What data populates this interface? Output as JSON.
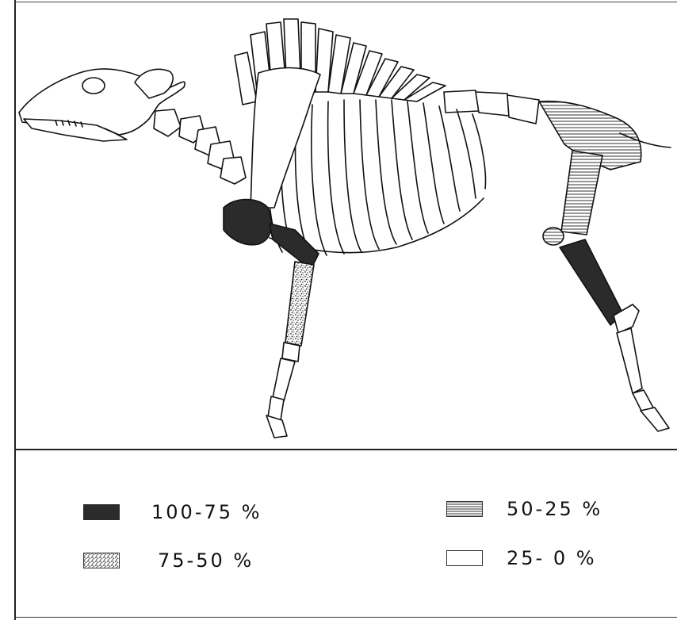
{
  "legend": {
    "items": [
      {
        "label": "100-75 %",
        "pattern": "solid-black"
      },
      {
        "label": "75-50 %",
        "pattern": "stipple"
      },
      {
        "label": "50-25 %",
        "pattern": "horizontal-lines"
      },
      {
        "label": "25- 0 %",
        "pattern": "blank"
      }
    ]
  },
  "colors": {
    "ink": "#111111",
    "dark_fill": "#2b2b2b",
    "paper": "#ffffff"
  }
}
